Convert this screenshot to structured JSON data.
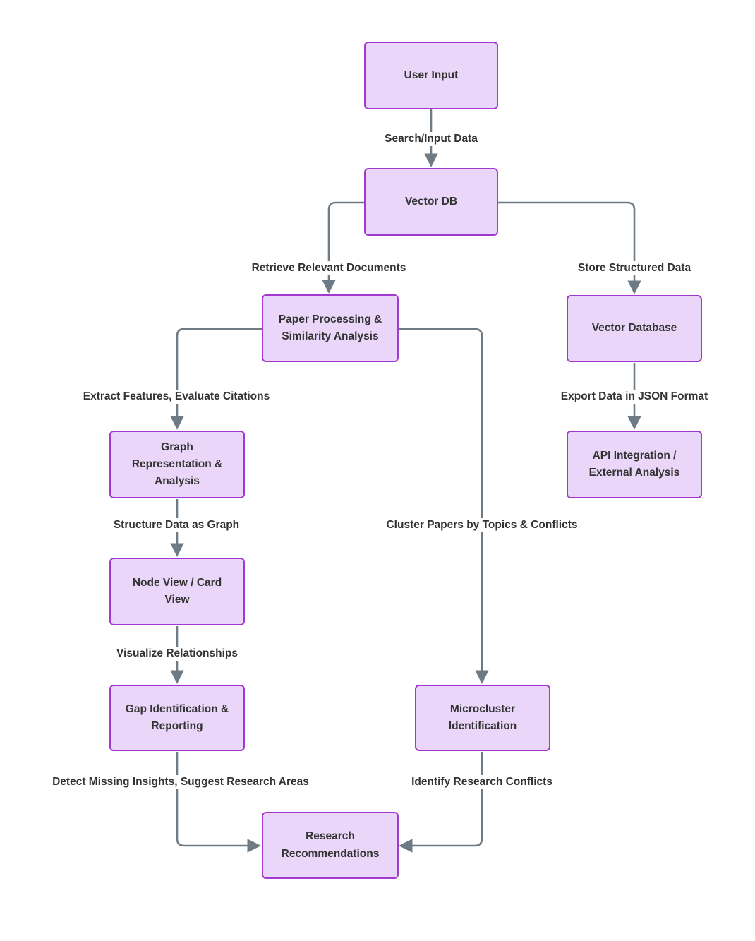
{
  "diagram": {
    "type": "flowchart",
    "nodes": {
      "user_input": {
        "label": "User Input"
      },
      "vector_db": {
        "label": "Vector DB"
      },
      "paper_processing": {
        "label": "Paper Processing &\nSimilarity Analysis"
      },
      "vector_database": {
        "label": "Vector Database"
      },
      "graph_representation": {
        "label": "Graph\nRepresentation &\nAnalysis"
      },
      "api_integration": {
        "label": "API Integration /\nExternal Analysis"
      },
      "node_view": {
        "label": "Node View / Card\nView"
      },
      "gap_identification": {
        "label": "Gap Identification &\nReporting"
      },
      "microcluster": {
        "label": "Microcluster\nIdentification"
      },
      "research_recommendations": {
        "label": "Research\nRecommendations"
      }
    },
    "edges": {
      "user_to_vectordb": {
        "from": "user_input",
        "to": "vector_db",
        "label": "Search/Input Data"
      },
      "vectordb_to_paper": {
        "from": "vector_db",
        "to": "paper_processing",
        "label": "Retrieve Relevant Documents"
      },
      "vectordb_to_vectordatabase": {
        "from": "vector_db",
        "to": "vector_database",
        "label": "Store Structured Data"
      },
      "paper_to_graph": {
        "from": "paper_processing",
        "to": "graph_representation",
        "label": "Extract Features, Evaluate Citations"
      },
      "paper_to_microcluster": {
        "from": "paper_processing",
        "to": "microcluster",
        "label": "Cluster Papers by Topics & Conflicts"
      },
      "vectordatabase_to_api": {
        "from": "vector_database",
        "to": "api_integration",
        "label": "Export Data in JSON Format"
      },
      "graph_to_nodeview": {
        "from": "graph_representation",
        "to": "node_view",
        "label": "Structure Data as Graph"
      },
      "nodeview_to_gap": {
        "from": "node_view",
        "to": "gap_identification",
        "label": "Visualize Relationships"
      },
      "gap_to_research": {
        "from": "gap_identification",
        "to": "research_recommendations",
        "label": "Detect Missing Insights, Suggest Research Areas"
      },
      "microcluster_to_research": {
        "from": "microcluster",
        "to": "research_recommendations",
        "label": "Identify Research Conflicts"
      }
    }
  },
  "colors": {
    "node_fill": "#E9D6F8",
    "node_border": "#A238CE",
    "edge_color": "#6E7B85",
    "text_color": "#333333",
    "background": "#FFFFFF"
  }
}
